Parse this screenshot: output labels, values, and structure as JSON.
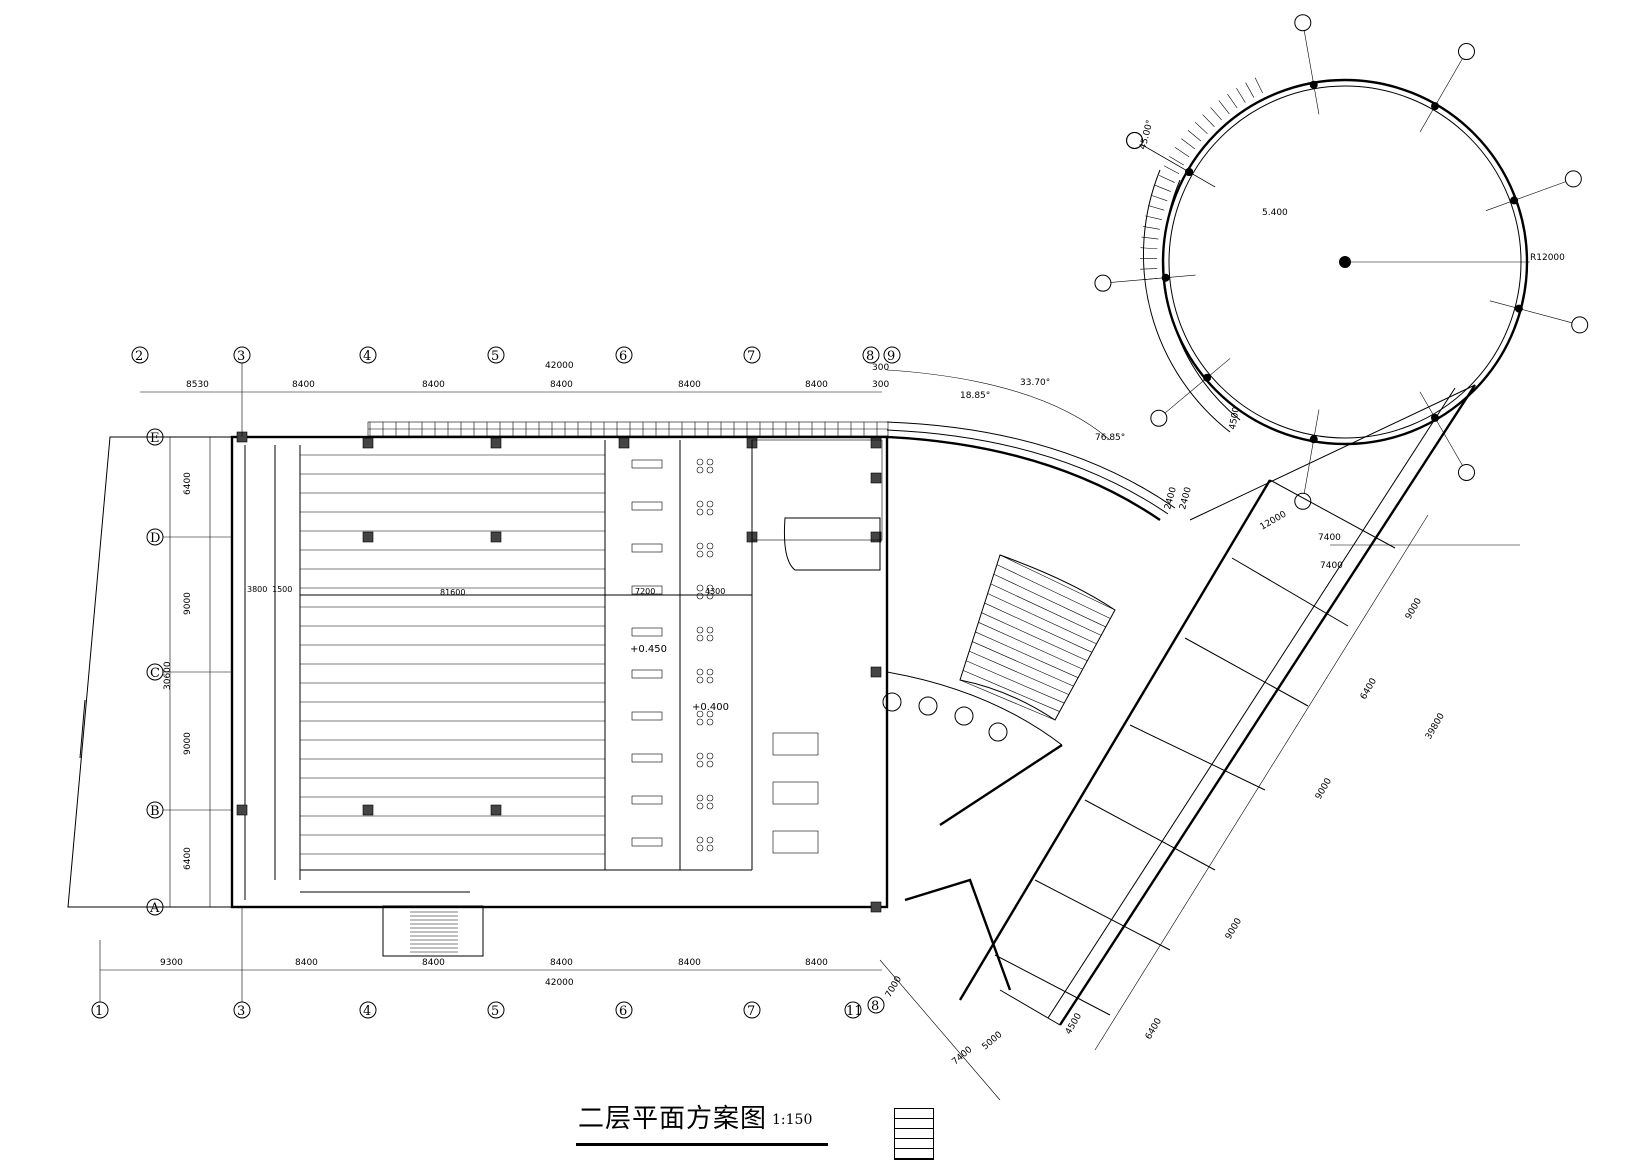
{
  "title": "二层平面方案图",
  "scale": "1:150",
  "grid_axes_bottom": [
    "1",
    "3",
    "4",
    "5",
    "6",
    "7",
    "11",
    "8"
  ],
  "grid_axes_top": [
    "2",
    "3",
    "4",
    "5",
    "6",
    "7",
    "8",
    "9"
  ],
  "grid_axes_left": [
    "E",
    "D",
    "C",
    "B",
    "A"
  ],
  "dims_top": [
    "8530",
    "8400",
    "8400",
    "8400",
    "8400",
    "8400",
    "300",
    "300"
  ],
  "dims_bottom": [
    "9300",
    "8400",
    "8400",
    "8400",
    "8400",
    "8400"
  ],
  "total_top": "42000",
  "total_bottom": "42000",
  "dims_left": [
    "6400",
    "9000",
    "9000",
    "6400"
  ],
  "total_left": "30600",
  "dims_right": [
    "7400",
    "9000",
    "6400",
    "9000",
    "9000",
    "6400"
  ],
  "total_right": "39800",
  "dims_angle": [
    "33.70°",
    "18.85°",
    "76.85°",
    "45.00°"
  ],
  "dims_misc": [
    "12000",
    "7400",
    "4500",
    "7000",
    "5000",
    "7400",
    "4500",
    "2400",
    "2400",
    "R12000",
    "5.400"
  ],
  "levels": [
    "+0.450",
    "+0.400"
  ],
  "hall_dims": [
    "81600",
    "7200",
    "4300",
    "3800",
    "1500"
  ]
}
